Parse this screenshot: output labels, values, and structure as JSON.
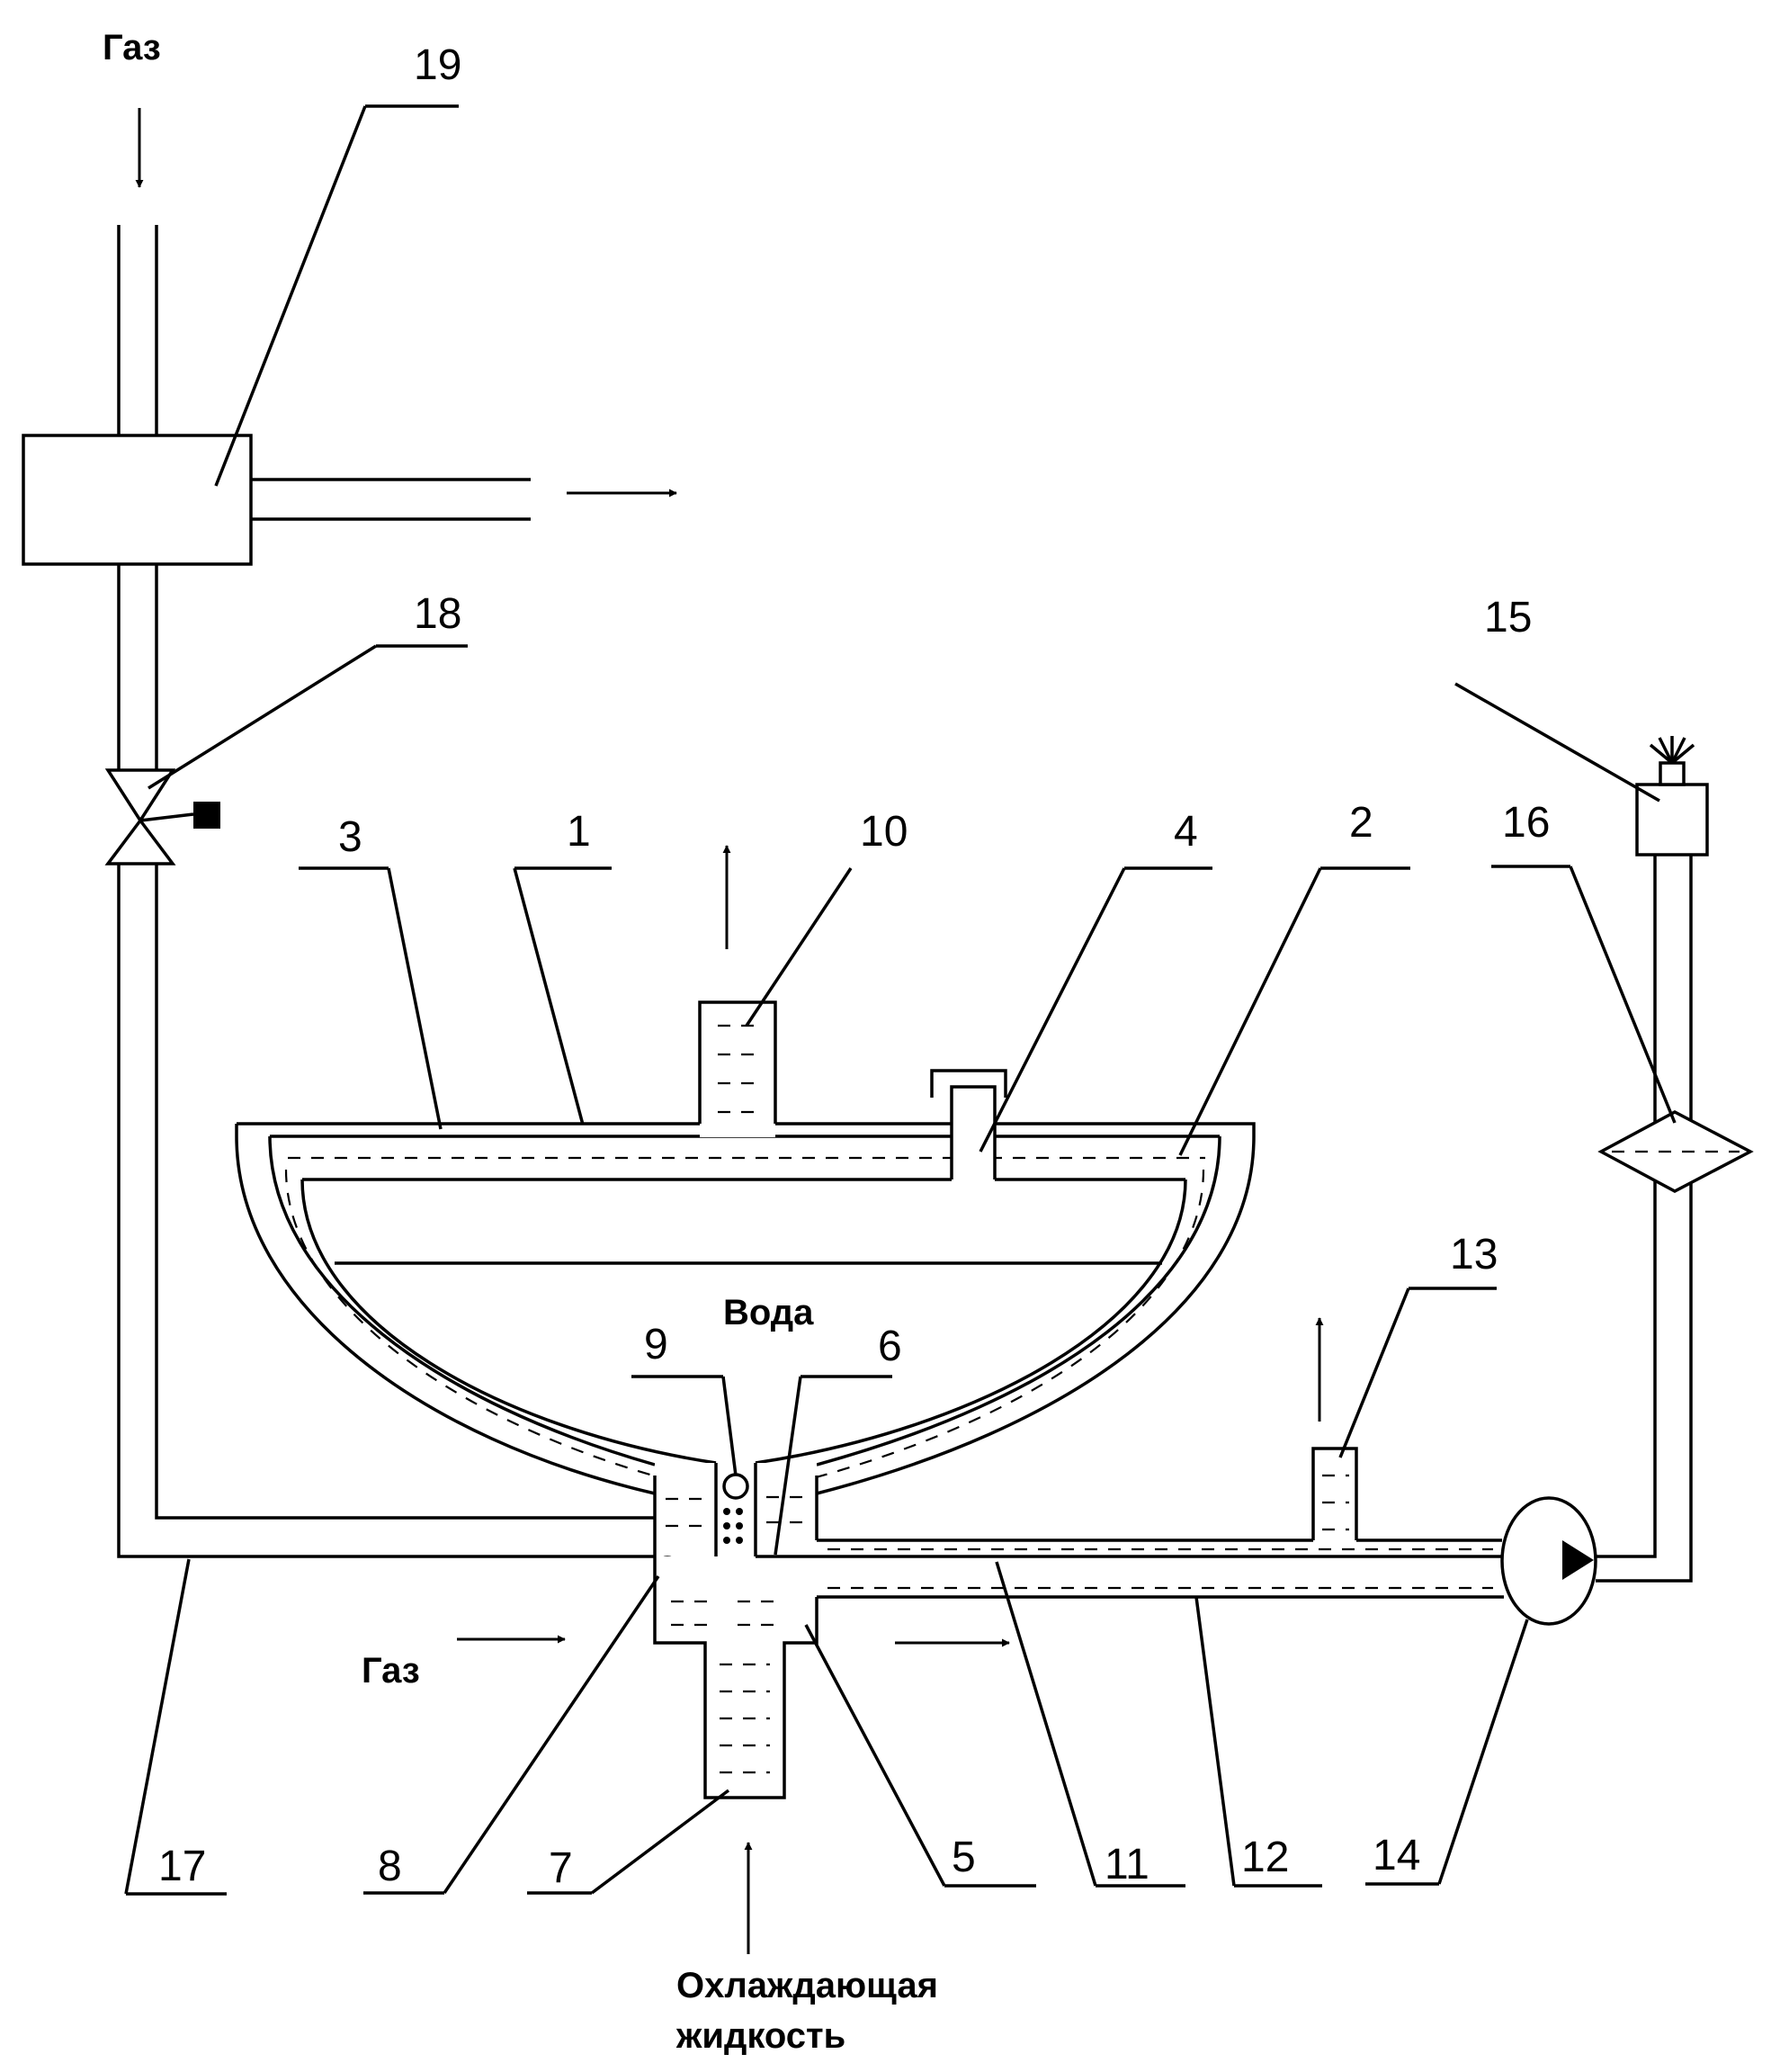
{
  "labels": {
    "gas_top": "Газ",
    "gas_bottom": "Газ",
    "water": "Вода",
    "coolant_line1": "Охлаждающая",
    "coolant_line2": "жидкость"
  },
  "numbers": {
    "n1": "1",
    "n2": "2",
    "n3": "3",
    "n4": "4",
    "n5": "5",
    "n6": "6",
    "n7": "7",
    "n8": "8",
    "n9": "9",
    "n10": "10",
    "n11": "11",
    "n12": "12",
    "n13": "13",
    "n14": "14",
    "n15": "15",
    "n16": "16",
    "n17": "17",
    "n18": "18",
    "n19": "19"
  }
}
